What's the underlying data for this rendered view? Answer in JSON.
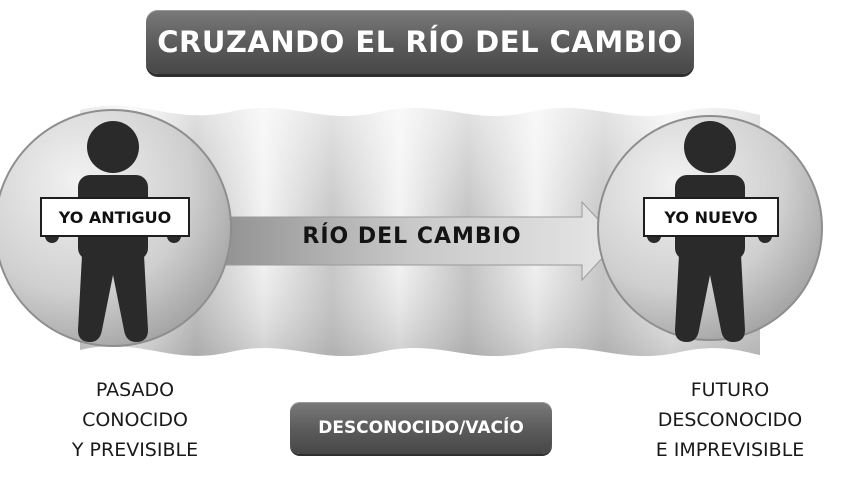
{
  "title": "CRUZANDO EL RÍO DEL CAMBIO",
  "river_label": "RÍO DEL CAMBIO",
  "left_person": {
    "sign": "YO ANTIGUO",
    "caption": [
      "PASADO",
      "CONOCIDO",
      "Y PREVISIBLE"
    ]
  },
  "right_person": {
    "sign": "YO NUEVO",
    "caption": [
      "FUTURO",
      "DESCONOCIDO",
      "E IMPREVISIBLE"
    ]
  },
  "middle_box": "DESCONOCIDO/VACÍO",
  "colors": {
    "dark_gray": "#5a5a5a",
    "figure": "#2a2a2a",
    "river_light": "#e8e8e8",
    "river_dark": "#bcbcbc"
  }
}
